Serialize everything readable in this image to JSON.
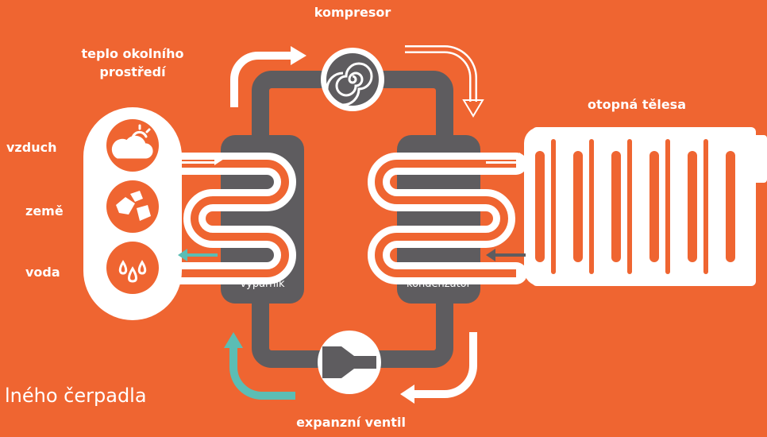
{
  "labels": {
    "compressor": "kompresor",
    "ambient_heat": "teplo okolního prostředí",
    "radiators": "otopná tělesa",
    "air": "vzduch",
    "earth": "země",
    "water": "voda",
    "evaporator": "výparník",
    "condenser": "kondenzátor",
    "expansion_valve": "expanzní ventil",
    "partial_title": "lného čerpadla"
  },
  "colors": {
    "background": "#ef6531",
    "pipe": "#5e5c5f",
    "white": "#ffffff",
    "teal": "#5bbdb4"
  },
  "icons": [
    "cloud-sun-icon",
    "rocks-icon",
    "water-drops-icon",
    "spiral-compressor-icon",
    "valve-icon"
  ]
}
